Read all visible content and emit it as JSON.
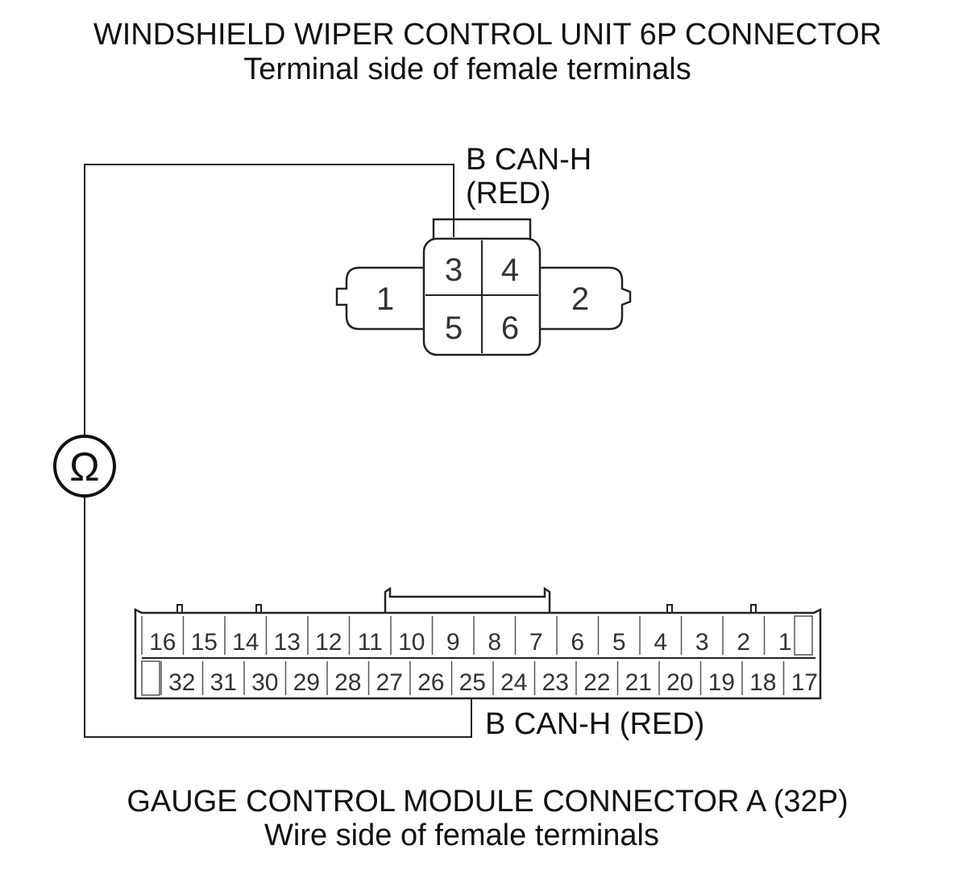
{
  "title": {
    "top_line1": "WINDSHIELD WIPER CONTROL UNIT 6P CONNECTOR",
    "top_line2": "Terminal side of female terminals",
    "bottom_line1": "GAUGE CONTROL MODULE CONNECTOR A (32P)",
    "bottom_line2": "Wire side of female terminals"
  },
  "upper_connector": {
    "probe_label_line1": "B CAN-H",
    "probe_label_line2": "(RED)",
    "probed_terminal": "3",
    "terminals": {
      "t1": "1",
      "t2": "2",
      "t3": "3",
      "t4": "4",
      "t5": "5",
      "t6": "6"
    }
  },
  "lower_connector": {
    "probe_label": "B CAN-H (RED)",
    "probed_terminal": "25",
    "row_top": [
      "16",
      "15",
      "14",
      "13",
      "12",
      "11",
      "10",
      "9",
      "8",
      "7",
      "6",
      "5",
      "4",
      "3",
      "2",
      "1"
    ],
    "row_bottom": [
      "32",
      "31",
      "30",
      "29",
      "28",
      "27",
      "26",
      "25",
      "24",
      "23",
      "22",
      "21",
      "20",
      "19",
      "18",
      "17"
    ]
  },
  "meter": {
    "symbol": "Ω",
    "icon": "ohmmeter-icon"
  }
}
